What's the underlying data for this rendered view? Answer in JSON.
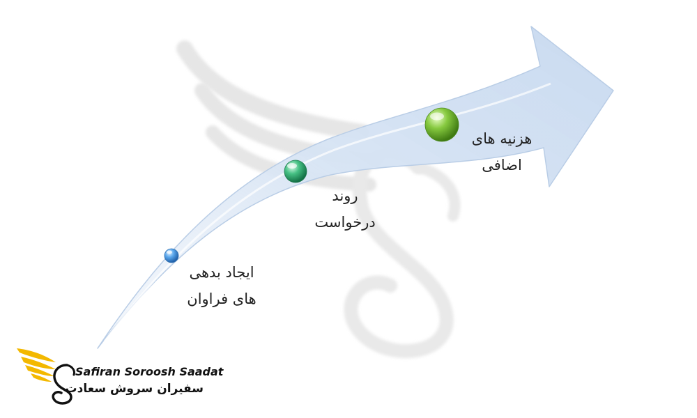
{
  "steps": [
    {
      "line1": "ایجاد بدهی",
      "line2": "های فراوان",
      "color": "#4a9be0"
    },
    {
      "line1": "روند",
      "line2": "درخواست",
      "color": "#3fb57a"
    },
    {
      "line1": "هزنیه های",
      "line2": "اضافی",
      "color": "#7cc13b"
    }
  ],
  "logo": {
    "name_en": "Safiran Soroosh Saadat",
    "name_fa": "سفیران سروش سعادت",
    "wing_color": "#f3b800"
  },
  "colors": {
    "arrow_fill": "#dbe7f5",
    "arrow_edge": "#b9cde6",
    "watermark": "#c9c9c9"
  }
}
